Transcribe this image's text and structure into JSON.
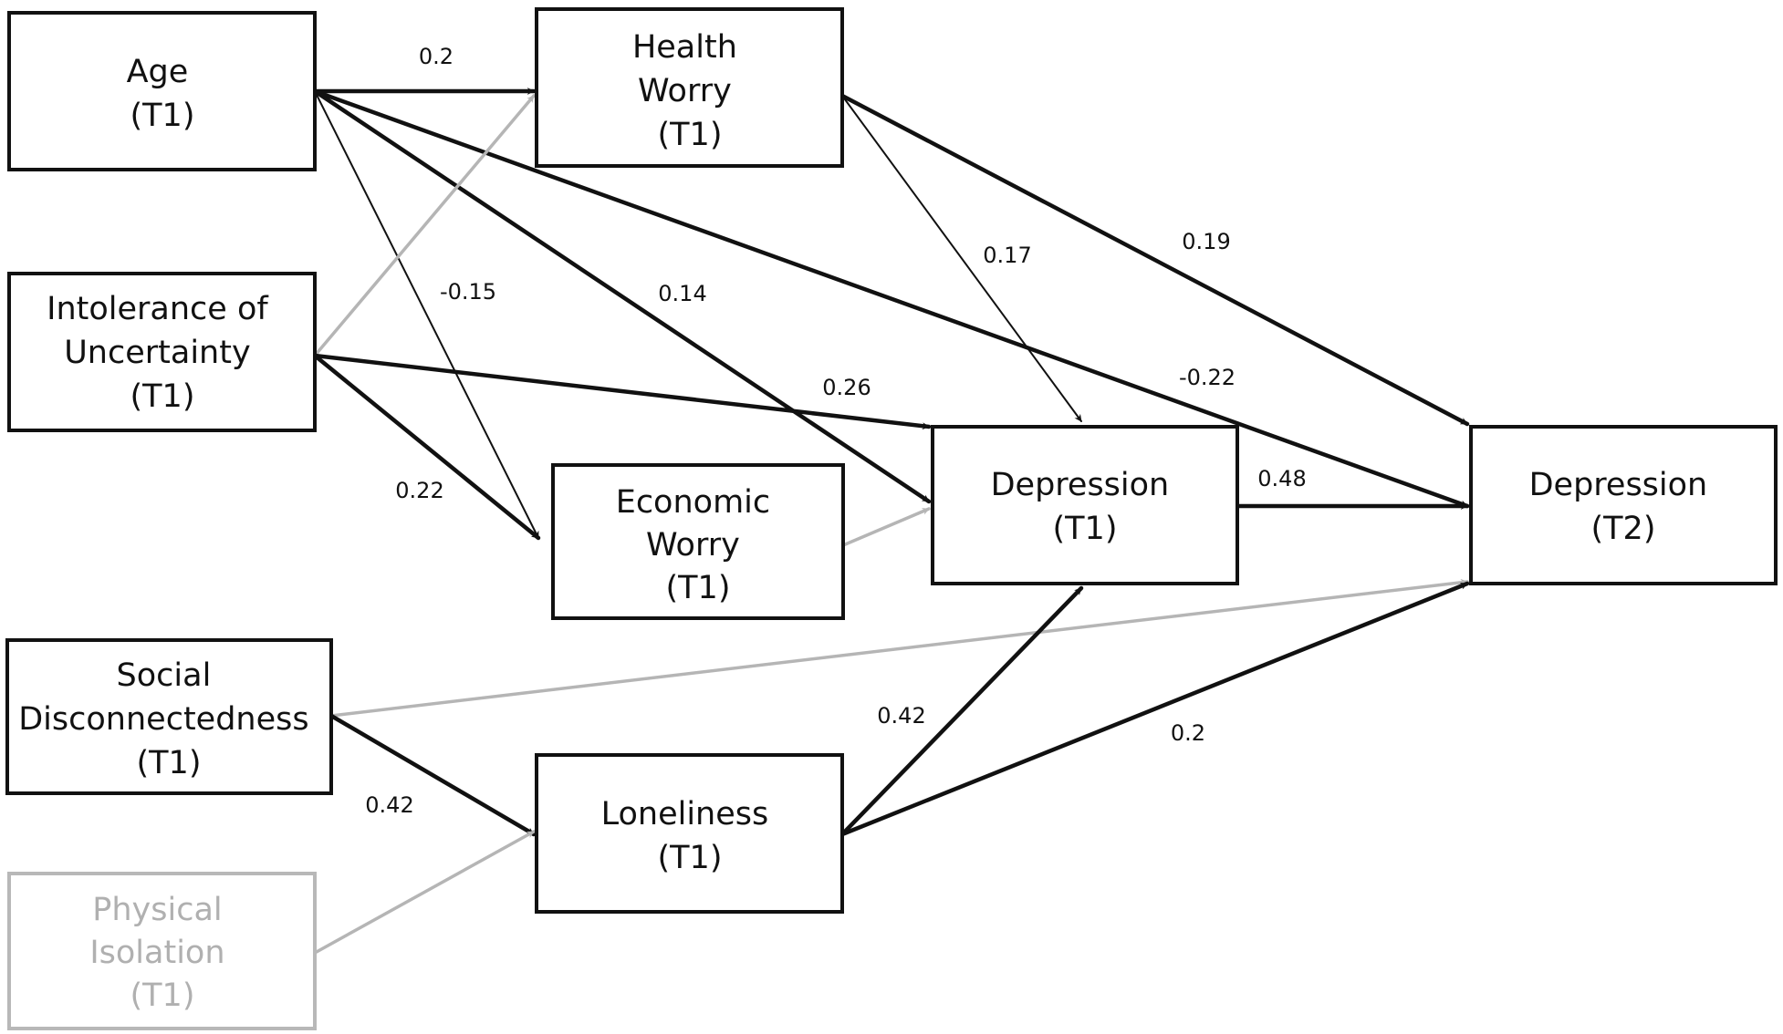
{
  "nodes": {
    "age": {
      "lines": [
        "Age",
        "(T1)"
      ]
    },
    "health_worry": {
      "lines": [
        "Health",
        "Worry",
        "(T1)"
      ]
    },
    "intolerance": {
      "lines": [
        "Intolerance of",
        "Uncertainty",
        "(T1)"
      ]
    },
    "economic_worry": {
      "lines": [
        "Economic",
        "Worry",
        "(T1)"
      ]
    },
    "depression_t1": {
      "lines": [
        "Depression",
        "(T1)"
      ]
    },
    "depression_t2": {
      "lines": [
        "Depression",
        "(T2)"
      ]
    },
    "social_disconnectedness": {
      "lines": [
        "Social",
        "Disconnectedness",
        "(T1)"
      ]
    },
    "loneliness": {
      "lines": [
        "Loneliness",
        "(T1)"
      ]
    },
    "physical_isolation": {
      "lines": [
        "Physical",
        "Isolation",
        "(T1)"
      ]
    }
  },
  "edges": [
    {
      "id": "age-health",
      "from": "age",
      "to": "health_worry",
      "label": "0.2",
      "style": "thick"
    },
    {
      "id": "age-economic",
      "from": "age",
      "to": "economic_worry",
      "label": "-0.15",
      "style": "thin"
    },
    {
      "id": "age-dep1",
      "from": "age",
      "to": "depression_t1",
      "label": "0.14",
      "style": "thick"
    },
    {
      "id": "age-dep2",
      "from": "age",
      "to": "depression_t2",
      "label": "-0.22",
      "style": "thick"
    },
    {
      "id": "iu-health",
      "from": "intolerance",
      "to": "health_worry",
      "label": "",
      "style": "faded"
    },
    {
      "id": "iu-dep1",
      "from": "intolerance",
      "to": "depression_t1",
      "label": "0.26",
      "style": "thick"
    },
    {
      "id": "iu-economic",
      "from": "intolerance",
      "to": "economic_worry",
      "label": "0.22",
      "style": "thick"
    },
    {
      "id": "health-dep1",
      "from": "health_worry",
      "to": "depression_t1",
      "label": "0.17",
      "style": "thin"
    },
    {
      "id": "health-dep2",
      "from": "health_worry",
      "to": "depression_t2",
      "label": "0.19",
      "style": "thick"
    },
    {
      "id": "economic-dep1",
      "from": "economic_worry",
      "to": "depression_t1",
      "label": "",
      "style": "faded"
    },
    {
      "id": "dep1-dep2",
      "from": "depression_t1",
      "to": "depression_t2",
      "label": "0.48",
      "style": "thick"
    },
    {
      "id": "social-dep2",
      "from": "social_disconnectedness",
      "to": "depression_t2",
      "label": "",
      "style": "faded"
    },
    {
      "id": "social-lonely",
      "from": "social_disconnectedness",
      "to": "loneliness",
      "label": "0.42",
      "style": "thick"
    },
    {
      "id": "physical-lonely",
      "from": "physical_isolation",
      "to": "loneliness",
      "label": "",
      "style": "faded"
    },
    {
      "id": "lonely-dep1",
      "from": "loneliness",
      "to": "depression_t1",
      "label": "0.42",
      "style": "thick"
    },
    {
      "id": "lonely-dep2",
      "from": "loneliness",
      "to": "depression_t2",
      "label": "0.2",
      "style": "thick"
    }
  ],
  "colors": {
    "stroke": "#111111",
    "faded": "#b5b5b5",
    "background": "#ffffff"
  }
}
